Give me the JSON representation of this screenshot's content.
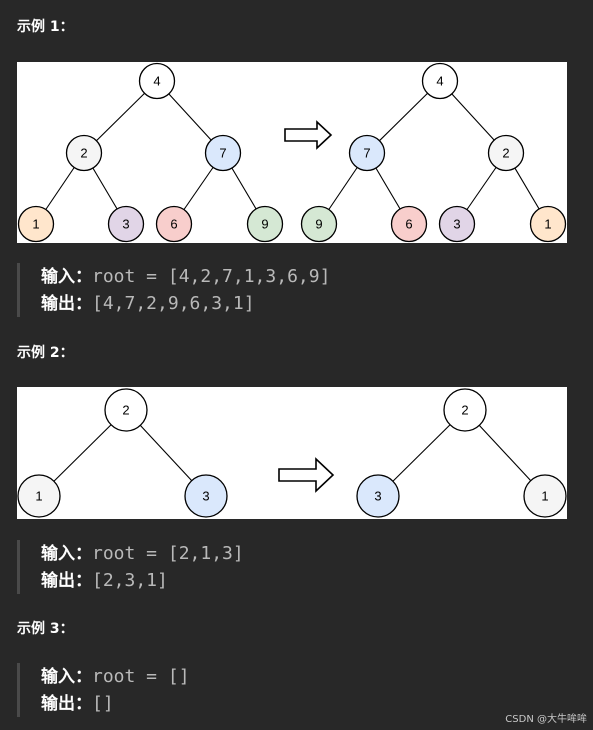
{
  "examples": [
    {
      "heading": "示例 1：",
      "input_label": "输入：",
      "input_value": "root = [4,2,7,1,3,6,9]",
      "output_label": "输出：",
      "output_value": "[4,7,2,9,6,3,1]",
      "figure": {
        "left_tree": [
          "4",
          "2",
          "7",
          "1",
          "3",
          "6",
          "9"
        ],
        "right_tree": [
          "4",
          "7",
          "2",
          "9",
          "6",
          "3",
          "1"
        ]
      }
    },
    {
      "heading": "示例 2：",
      "input_label": "输入：",
      "input_value": "root = [2,1,3]",
      "output_label": "输出：",
      "output_value": "[2,3,1]",
      "figure": {
        "left_tree": [
          "2",
          "1",
          "3"
        ],
        "right_tree": [
          "2",
          "3",
          "1"
        ]
      }
    },
    {
      "heading": "示例 3：",
      "input_label": "输入：",
      "input_value": "root = []",
      "output_label": "输出：",
      "output_value": "[]"
    }
  ],
  "node_colors": {
    "root": "#ffffff",
    "grey": "#f5f5f5",
    "blue": "#dae8fc",
    "orange": "#ffe6cc",
    "purple": "#e1d5e7",
    "red": "#f8cecc",
    "green": "#d5e8d4"
  },
  "arrow_icon": "right-arrow-icon",
  "watermark": "CSDN @大牛哞哞"
}
